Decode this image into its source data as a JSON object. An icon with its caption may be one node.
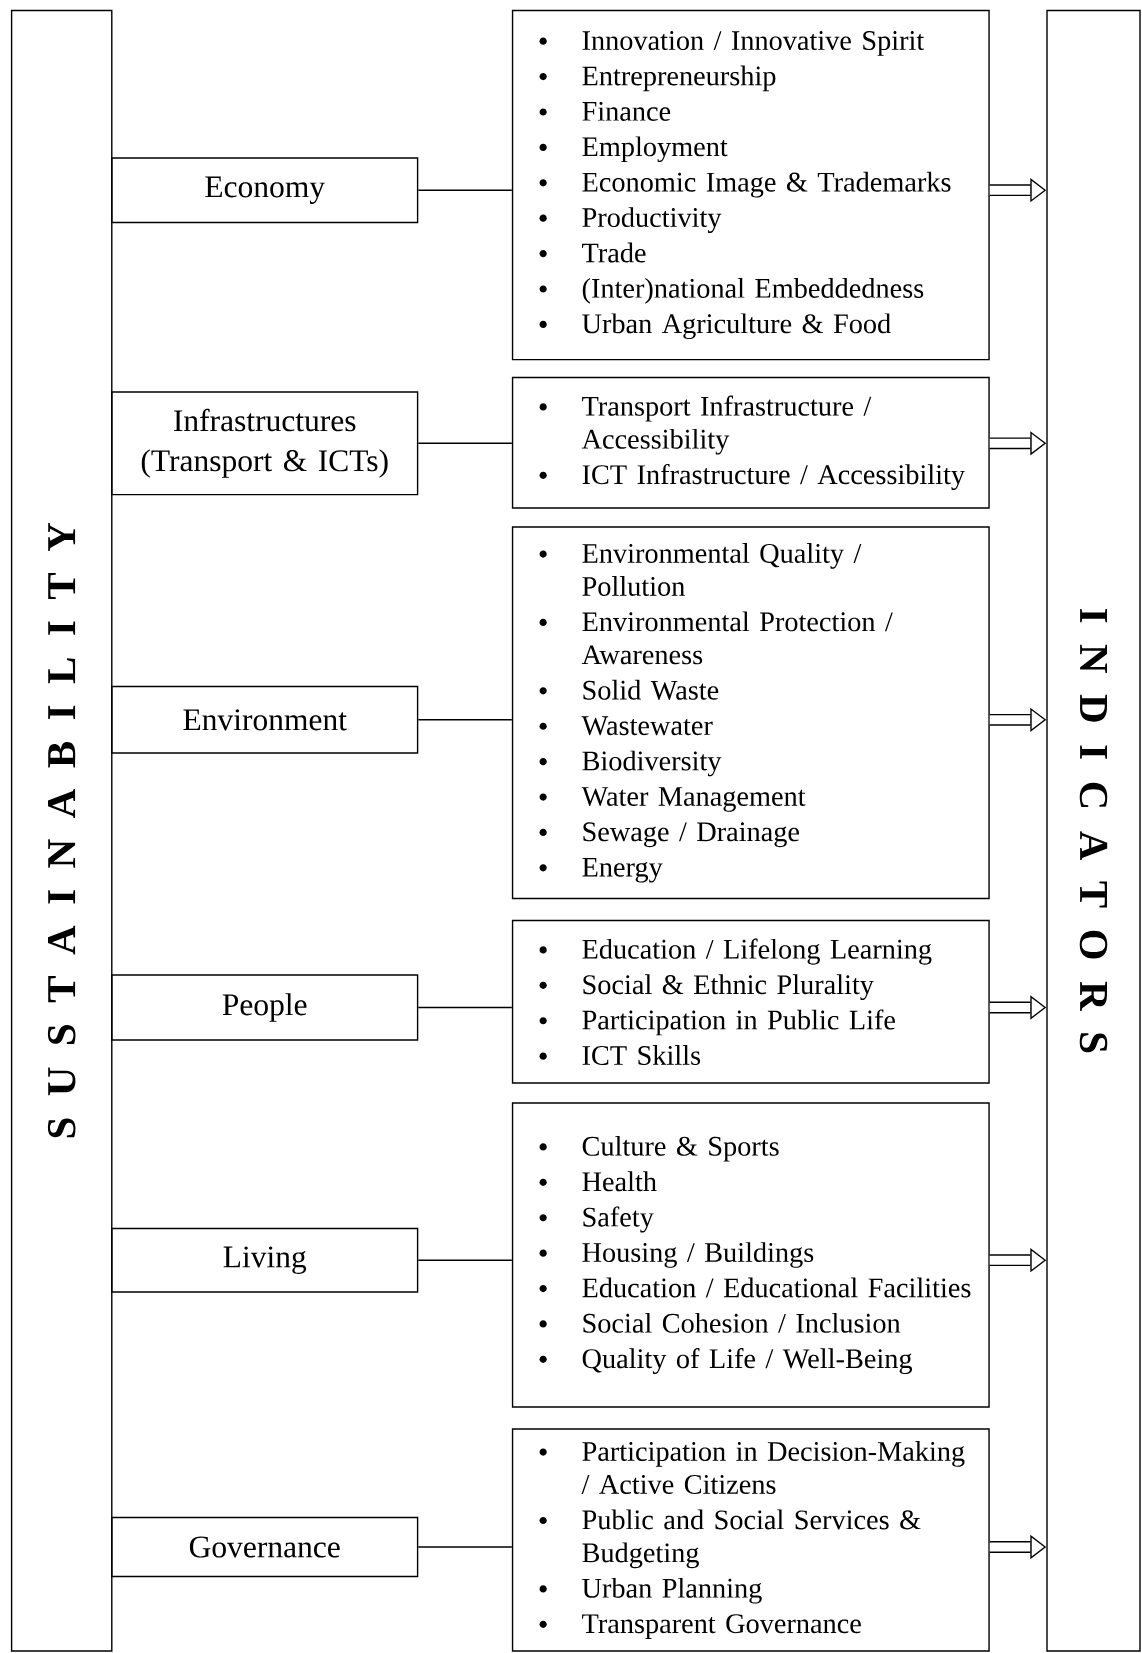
{
  "diagram": {
    "nodes": [
      {
        "text": [
          "S U S T A I N A B I L I T Y"
        ]
      },
      {
        "text": [
          "Economy"
        ]
      },
      {
        "text": [
          "Innovation / Innovative Spirit",
          "Entrepreneurship",
          "Finance",
          "Employment",
          "Economic Image & Trademarks",
          "Productivity",
          "Trade",
          "(Inter)national Embeddedness",
          "Urban Agriculture & Food"
        ]
      },
      {
        "text": [
          "Infrastructures (Transport & ICTs)"
        ]
      },
      {
        "text": [
          "Transport Infrastructure / Accessibility",
          "ICT Infrastructure / Accessibility"
        ]
      },
      {
        "text": [
          "Environment"
        ]
      },
      {
        "text": [
          "Environmental Quality / Pollution",
          "Environmental Protection / Awareness",
          "Solid Waste",
          "Wastewater",
          "Biodiversity",
          "Water Management",
          "Sewage / Drainage",
          "Energy"
        ]
      },
      {
        "text": [
          "People"
        ]
      },
      {
        "text": [
          "Education / Lifelong Learning",
          "Social & Ethnic Plurality",
          "Participation in Public Life",
          "ICT Skills"
        ]
      },
      {
        "text": [
          "Living"
        ]
      },
      {
        "text": [
          "Culture & Sports",
          "Health",
          "Safety",
          "Housing / Buildings",
          "Education / Educational Facilities",
          "Social Cohesion / Inclusion",
          "Quality of Life / Well-Being"
        ]
      },
      {
        "text": [
          "Governance"
        ]
      },
      {
        "text": [
          "Participation in Decision-Making / Active Citizens",
          "Public and Social Services & Budgeting",
          "Urban Planning",
          "Transparent Governance"
        ]
      },
      {
        "text": [
          "I N D I C A T O R S"
        ]
      }
    ],
    "edges": [
      {
        "from": 1,
        "to": 2,
        "arrow": "none"
      },
      {
        "from": 2,
        "to": 13,
        "arrow": "to",
        "style": "thick"
      },
      {
        "from": 3,
        "to": 4,
        "arrow": "none"
      },
      {
        "from": 4,
        "to": 13,
        "arrow": "to",
        "style": "thick"
      },
      {
        "from": 5,
        "to": 6,
        "arrow": "none"
      },
      {
        "from": 6,
        "to": 13,
        "arrow": "to",
        "style": "thick"
      },
      {
        "from": 7,
        "to": 8,
        "arrow": "none"
      },
      {
        "from": 8,
        "to": 13,
        "arrow": "to",
        "style": "thick"
      },
      {
        "from": 9,
        "to": 10,
        "arrow": "none"
      },
      {
        "from": 10,
        "to": 13,
        "arrow": "to",
        "style": "thick"
      },
      {
        "from": 11,
        "to": 12,
        "arrow": "none"
      },
      {
        "from": 12,
        "to": 13,
        "arrow": "to",
        "style": "thick"
      }
    ]
  }
}
